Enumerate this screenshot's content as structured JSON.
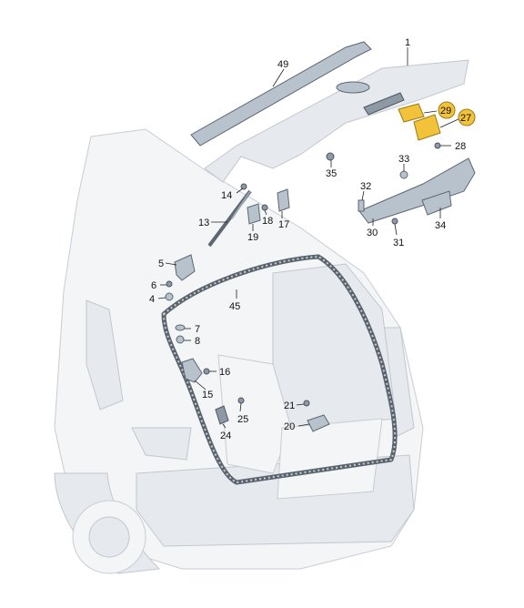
{
  "diagram": {
    "highlight_color": "#f2c23a",
    "highlighted_labels": [
      "29",
      "27"
    ],
    "labels": [
      {
        "id": "49",
        "text": "49"
      },
      {
        "id": "1",
        "text": "1"
      },
      {
        "id": "29",
        "text": "29"
      },
      {
        "id": "27",
        "text": "27"
      },
      {
        "id": "28",
        "text": "28"
      },
      {
        "id": "35",
        "text": "35"
      },
      {
        "id": "33",
        "text": "33"
      },
      {
        "id": "32",
        "text": "32"
      },
      {
        "id": "14",
        "text": "14"
      },
      {
        "id": "13",
        "text": "13"
      },
      {
        "id": "18",
        "text": "18"
      },
      {
        "id": "17",
        "text": "17"
      },
      {
        "id": "19",
        "text": "19"
      },
      {
        "id": "34",
        "text": "34"
      },
      {
        "id": "30",
        "text": "30"
      },
      {
        "id": "31",
        "text": "31"
      },
      {
        "id": "5",
        "text": "5"
      },
      {
        "id": "6",
        "text": "6"
      },
      {
        "id": "4",
        "text": "4"
      },
      {
        "id": "45",
        "text": "45"
      },
      {
        "id": "7",
        "text": "7"
      },
      {
        "id": "8",
        "text": "8"
      },
      {
        "id": "16",
        "text": "16"
      },
      {
        "id": "15",
        "text": "15"
      },
      {
        "id": "21",
        "text": "21"
      },
      {
        "id": "25",
        "text": "25"
      },
      {
        "id": "20",
        "text": "20"
      },
      {
        "id": "24",
        "text": "24"
      }
    ]
  }
}
